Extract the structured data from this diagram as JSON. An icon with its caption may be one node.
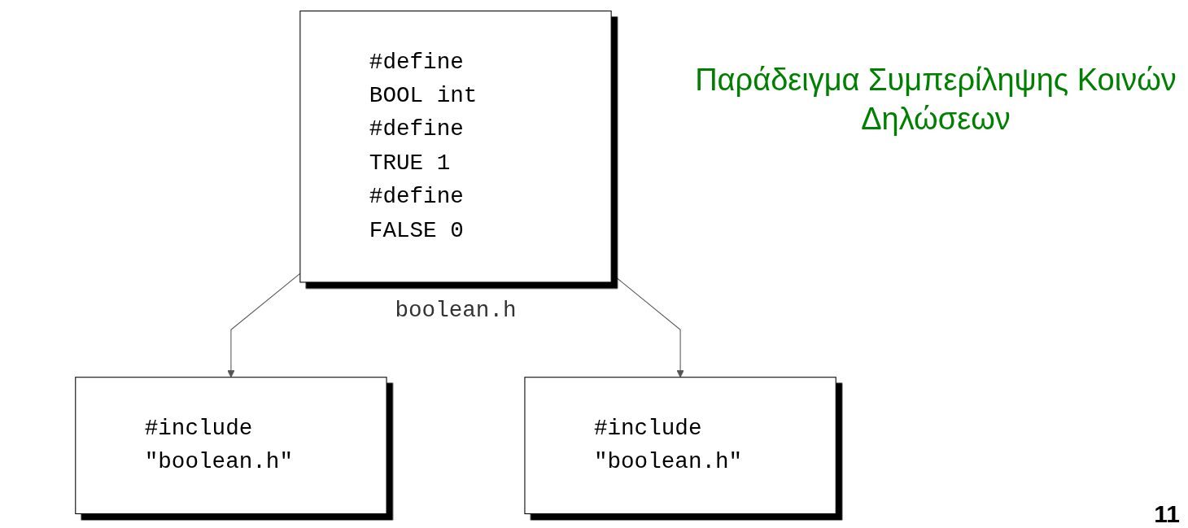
{
  "diagram": {
    "title": "Παράδειγμα Συμπερίληψης Κοινών Δηλώσεων",
    "nodes": [
      {
        "text": [
          "#define BOOL int",
          "#define TRUE 1",
          "#define FALSE 0"
        ],
        "beside": [
          "boolean.h"
        ]
      },
      {
        "text": [
          "#include \"boolean.h\""
        ]
      },
      {
        "text": [
          "#include \"boolean.h\""
        ]
      }
    ],
    "edges": [
      {
        "from": 0,
        "to": 1,
        "arrow": "to"
      },
      {
        "from": 0,
        "to": 2,
        "arrow": "to"
      }
    ],
    "labels": [
      "11"
    ]
  }
}
